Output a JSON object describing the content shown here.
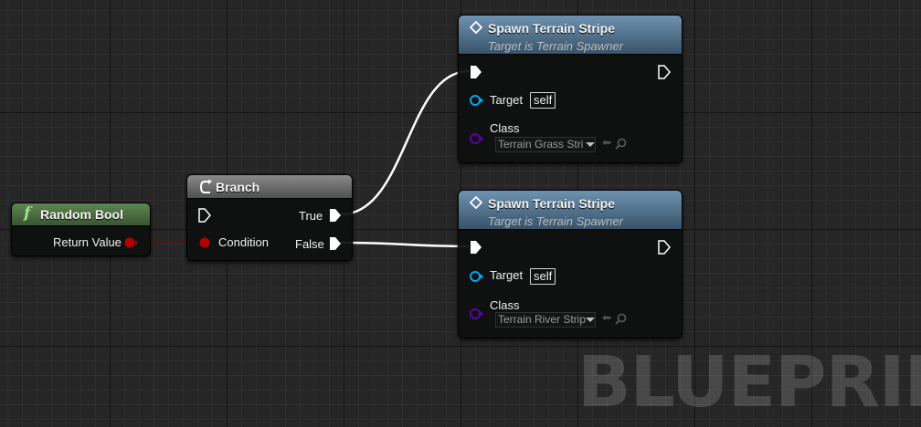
{
  "graph": {
    "watermark": "BLUEPRINT",
    "colors": {
      "background": "#262626",
      "exec_wire": "#ffffff",
      "bool_pin": "#910000",
      "object_pin": "#00a8f2",
      "class_pin": "#5b00a8",
      "function_header": "#4b6e40",
      "call_header": "#5a7d9b"
    }
  },
  "random_bool": {
    "title": "Random Bool",
    "icon": "function-f-icon",
    "return_label": "Return Value"
  },
  "branch": {
    "title": "Branch",
    "icon": "branch-icon",
    "condition_label": "Condition",
    "true_label": "True",
    "false_label": "False"
  },
  "spawn_nodes": [
    {
      "title": "Spawn Terrain Stripe",
      "subtitle": "Target is Terrain Spawner",
      "target_label": "Target",
      "target_value": "self",
      "class_label": "Class",
      "class_value": "Terrain Grass Stri"
    },
    {
      "title": "Spawn Terrain Stripe",
      "subtitle": "Target is Terrain Spawner",
      "target_label": "Target",
      "target_value": "self",
      "class_label": "Class",
      "class_value": "Terrain River Strip"
    }
  ]
}
